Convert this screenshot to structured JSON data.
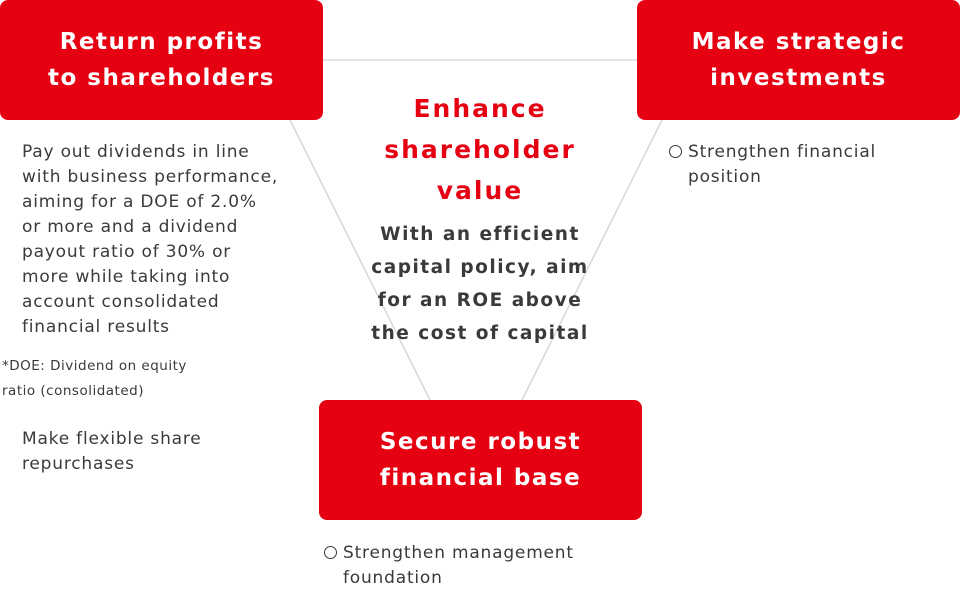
{
  "colors": {
    "accent": "#e50012",
    "text": "#3a3a3a",
    "connector": "#d8d8d8"
  },
  "center": {
    "title": "Enhance\nshareholder\nvalue",
    "subtitle": "With an efficient\ncapital policy, aim\nfor an ROE above\nthe cost of capital"
  },
  "left": {
    "box_label": "Return profits\nto shareholders",
    "dividend_text": "Pay out dividends in line\nwith business performance,\naiming for a DOE of 2.0%\nor more and a dividend\npayout ratio of 30% or\nmore while taking into\naccount consolidated\nfinancial results",
    "doe_note": "*DOE: Dividend on equity\n ratio (consolidated)",
    "repurchase_text": "Make flexible share\nrepurchases"
  },
  "right": {
    "box_label": "Make strategic\ninvestments",
    "bullet_icon": "circle-bullet-icon",
    "bullet_text": "Strengthen financial\nposition"
  },
  "bottom": {
    "box_label": "Secure robust\nfinancial base",
    "bullet_icon": "circle-bullet-icon",
    "bullet_text": "Strengthen management\nfoundation"
  }
}
